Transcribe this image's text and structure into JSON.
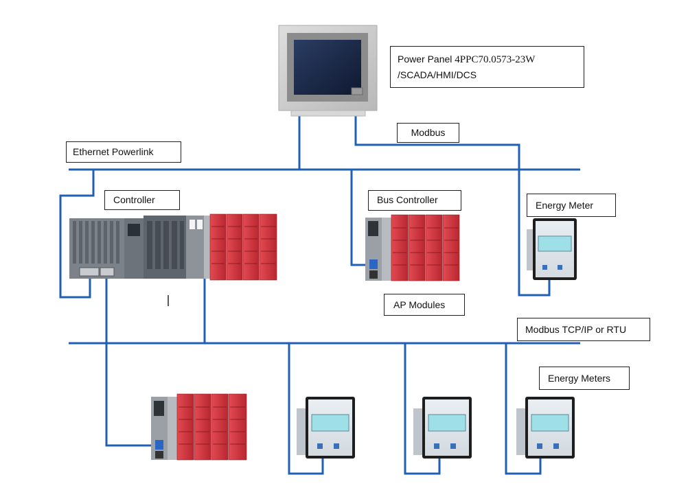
{
  "labels": {
    "power_panel_prefix": "Power Panel",
    "power_panel_model": "4PPC70.0573-23W",
    "power_panel_sub": "/SCADA/HMI/DCS",
    "modbus": "Modbus",
    "ethernet_powerlink": "Ethernet Powerlink",
    "controller": "Controller",
    "bus_controller": "Bus Controller",
    "energy_meter": "Energy Meter",
    "ap_modules": "AP Modules",
    "modbus_tcp": "Modbus TCP/IP or RTU",
    "energy_meters": "Energy Meters"
  },
  "colors": {
    "bus_line": "#1f5fb4",
    "module_red": "#d6363e",
    "module_gray": "#8a8f95",
    "panel_frame": "#c9c9c9",
    "screen": "#1b2a4a"
  },
  "devices": {
    "panel": "hmi-touch-panel",
    "controller": "plc-controller-rack",
    "bus_controller": "bus-coupler-rack",
    "remote_rack": "remote-io-rack",
    "meters": [
      "energy-meter",
      "energy-meter",
      "energy-meter",
      "energy-meter"
    ]
  }
}
